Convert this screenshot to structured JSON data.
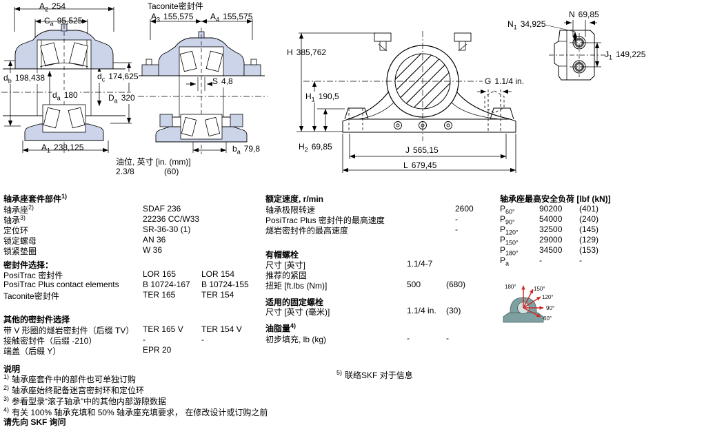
{
  "drawings": {
    "d1": {
      "dims": {
        "A2": {
          "sym": "A",
          "sub": "2",
          "val": "254"
        },
        "Ca": {
          "sym": "C",
          "sub": "a",
          "val": "95,525"
        },
        "db": {
          "sym": "d",
          "sub": "b",
          "val": "198,438"
        },
        "dc": {
          "sym": "d",
          "sub": "c",
          "val": "174,625"
        },
        "da": {
          "sym": "d",
          "sub": "a",
          "val": "180"
        },
        "Da": {
          "sym": "D",
          "sub": "a",
          "val": "320"
        },
        "A1": {
          "sym": "A",
          "sub": "1",
          "val": "238,125"
        }
      }
    },
    "d2": {
      "title": "Taconite密封件",
      "dims": {
        "A3": {
          "sym": "A",
          "sub": "3",
          "val": "155,575"
        },
        "A4": {
          "sym": "A",
          "sub": "4",
          "val": "155,575"
        },
        "S": {
          "sym": "S",
          "sub": "",
          "val": "4,8"
        },
        "ba": {
          "sym": "b",
          "sub": "a",
          "val": "79,8"
        }
      },
      "oil_label": "油位, 英寸 [in. (mm)]",
      "oil_in": "2.3/8",
      "oil_mm": "(60)"
    },
    "d3": {
      "dims": {
        "H": {
          "sym": "H",
          "sub": "",
          "val": "385,762"
        },
        "H1": {
          "sym": "H",
          "sub": "1",
          "val": "190,5"
        },
        "H2": {
          "sym": "H",
          "sub": "2",
          "val": "69,85"
        },
        "J": {
          "sym": "J",
          "sub": "",
          "val": "565,15"
        },
        "L": {
          "sym": "L",
          "sub": "",
          "val": "679,45"
        },
        "G": {
          "sym": "G",
          "sub": "",
          "val": "1.1/4 in."
        },
        "N1": {
          "sym": "N",
          "sub": "1",
          "val": "34,925"
        }
      }
    },
    "d4": {
      "dims": {
        "N": {
          "sym": "N",
          "sub": "",
          "val": "69,85"
        },
        "J1": {
          "sym": "J",
          "sub": "1",
          "val": "149,225"
        }
      }
    }
  },
  "housing_parts": {
    "title": "轴承座套件部件",
    "title_sup": "1)",
    "rows": [
      {
        "label": "轴承座",
        "sup": "2)",
        "value": "SDAF 236"
      },
      {
        "label": "轴承",
        "sup": "3)",
        "value": "22236 CC/W33"
      },
      {
        "label": "定位环",
        "sup": "",
        "value": "SR-36-30 (1)"
      },
      {
        "label": "锁定螺母",
        "sup": "",
        "value": "AN 36"
      },
      {
        "label": "锁紧垫圈",
        "sup": "",
        "value": "W 36"
      }
    ]
  },
  "seal_selection": {
    "title": "密封件选择：",
    "rows": [
      {
        "label": "PosiTrac 密封件",
        "v1": "LOR 165",
        "v2": "LOR 154"
      },
      {
        "label": "PosiTrac Plus contact elements",
        "v1": "B 10724-167",
        "v2": "B 10724-155"
      },
      {
        "label": "Taconite密封件",
        "v1": "TER 165",
        "v2": "TER 154"
      }
    ]
  },
  "other_seals": {
    "title": "其他的密封件选择",
    "rows": [
      {
        "label": "带 V 形圈的燧岩密封件（后缀 TV）",
        "v1": "TER 165 V",
        "v2": "TER 154 V"
      },
      {
        "label": "接触密封件（后缀 -210）",
        "v1": "-",
        "v2": "-"
      },
      {
        "label": "端盖（后缀 Y）",
        "v1": "EPR 20",
        "v2": ""
      }
    ]
  },
  "notes": {
    "title": "说明",
    "items": [
      {
        "sup": "1)",
        "text": "轴承座套件中的部件也可单独订购"
      },
      {
        "sup": "2)",
        "text": "轴承座始终配备迷宫密封环和定位环"
      },
      {
        "sup": "3)",
        "text": "参看型录“滚子轴承”中的其他内部游隙数据"
      },
      {
        "sup": "4)",
        "text": "有关 100% 轴承充填和 50% 轴承座充填要求， 在修改设计或订购之前"
      }
    ],
    "closing": "请先向 SKF 询问"
  },
  "speed": {
    "title": "额定速度, r/min",
    "rows": [
      {
        "label": "轴承极限转速",
        "value": "2600"
      },
      {
        "label": "PosiTrac Plus 密封件的最高速度",
        "value": "-"
      },
      {
        "label": "燧岩密封件的最高速度",
        "value": "-"
      }
    ]
  },
  "cap_bolts": {
    "title": "有帽螺栓",
    "size_label": "尺寸 [英寸]",
    "size_value": "1.1/4-7",
    "torque_label1": "推荐的紧固",
    "torque_label2": "扭矩 [ft.lbs (Nm)]",
    "torque_v1": "500",
    "torque_v2": "(680)"
  },
  "attach_bolts": {
    "title": "适用的固定螺栓",
    "size_label": "尺寸 [英寸 (毫米)]",
    "v1": "1.1/4 in.",
    "v2": "(30)"
  },
  "grease": {
    "title": "油脂量",
    "title_sup": "4)",
    "row_label": "初步填充, lb (kg)",
    "v1": "-",
    "v2": "-"
  },
  "note5": {
    "sup": "5)",
    "text": "联络SKF 对于信息"
  },
  "load": {
    "title": "轴承座最高安全负荷 [lbf (kN)]",
    "rows": [
      {
        "sym": "P",
        "sub": "60°",
        "v1": "90200",
        "v2": "(401)"
      },
      {
        "sym": "P",
        "sub": "90°",
        "v1": "54000",
        "v2": "(240)"
      },
      {
        "sym": "P",
        "sub": "120°",
        "v1": "32500",
        "v2": "(145)"
      },
      {
        "sym": "P",
        "sub": "150°",
        "v1": "29000",
        "v2": "(129)"
      },
      {
        "sym": "P",
        "sub": "180°",
        "v1": "34500",
        "v2": "(153)"
      },
      {
        "sym": "P",
        "sub": "a",
        "v1": "-",
        "v2": "-"
      }
    ],
    "angles": [
      "180°",
      "150°",
      "120°",
      "90°",
      "60°"
    ]
  },
  "colors": {
    "housing_fill": "#ccd4ea",
    "illustration_body": "#7fa0a0",
    "arrow_red": "#cc2a2a"
  }
}
